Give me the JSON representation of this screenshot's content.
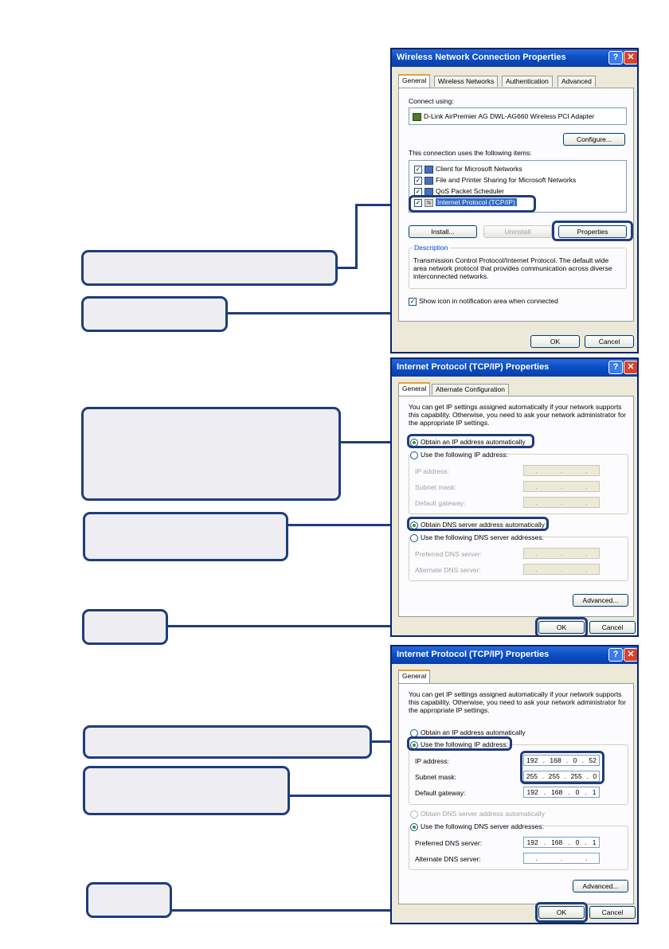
{
  "dialog1": {
    "title": "Wireless Network Connection Properties",
    "tabs": [
      "General",
      "Wireless Networks",
      "Authentication",
      "Advanced"
    ],
    "connect_using_label": "Connect using:",
    "adapter": "D-Link AirPremier AG DWL-AG660 Wireless PCI Adapter",
    "configure_label": "Configure...",
    "items_label": "This connection uses the following items:",
    "items": [
      {
        "label": "Client for Microsoft Networks",
        "checked": true
      },
      {
        "label": "File and Printer Sharing for Microsoft Networks",
        "checked": true
      },
      {
        "label": "QoS Packet Scheduler",
        "checked": true
      },
      {
        "label": "Internet Protocol (TCP/IP)",
        "checked": true
      }
    ],
    "install_label": "Install...",
    "uninstall_label": "Uninstall",
    "properties_label": "Properties",
    "description_label": "Description",
    "description_text": "Transmission Control Protocol/Internet Protocol. The default wide area network protocol that provides communication across diverse interconnected networks.",
    "show_icon_label": "Show icon in notification area when connected",
    "ok_label": "OK",
    "cancel_label": "Cancel"
  },
  "dialog2": {
    "title": "Internet Protocol (TCP/IP) Properties",
    "tabs": [
      "General",
      "Alternate Configuration"
    ],
    "intro": "You can get IP settings assigned automatically if your network supports this capability. Otherwise, you need to ask your network administrator for the appropriate IP settings.",
    "obtain_ip_label": "Obtain an IP address automatically",
    "use_ip_label": "Use the following IP address:",
    "ip_address_label": "IP address:",
    "subnet_label": "Subnet mask:",
    "gateway_label": "Default gateway:",
    "obtain_dns_label": "Obtain DNS server address automatically",
    "use_dns_label": "Use the following DNS server addresses:",
    "preferred_dns_label": "Preferred DNS server:",
    "alternate_dns_label": "Alternate DNS server:",
    "advanced_label": "Advanced...",
    "ok_label": "OK",
    "cancel_label": "Cancel"
  },
  "dialog3": {
    "title": "Internet Protocol (TCP/IP) Properties",
    "tabs": [
      "General"
    ],
    "intro": "You can get IP settings assigned automatically if your network supports this capability. Otherwise, you need to ask your network administrator for the appropriate IP settings.",
    "obtain_ip_label": "Obtain an IP address automatically",
    "use_ip_label": "Use the following IP address:",
    "ip_address_label": "IP address:",
    "ip_address": [
      "192",
      "168",
      "0",
      "52"
    ],
    "subnet_label": "Subnet mask:",
    "subnet": [
      "255",
      "255",
      "255",
      "0"
    ],
    "gateway_label": "Default gateway:",
    "gateway": [
      "192",
      "168",
      "0",
      "1"
    ],
    "obtain_dns_label": "Obtain DNS server address automatically",
    "use_dns_label": "Use the following DNS server addresses:",
    "preferred_dns_label": "Preferred DNS server:",
    "preferred_dns": [
      "192",
      "168",
      "0",
      "1"
    ],
    "alternate_dns_label": "Alternate DNS server:",
    "advanced_label": "Advanced...",
    "ok_label": "OK",
    "cancel_label": "Cancel"
  },
  "colors": {
    "callout_border": "#1f3d7a",
    "callout_fill": "#eeeef2",
    "titlebar": "#0b4fc6"
  }
}
